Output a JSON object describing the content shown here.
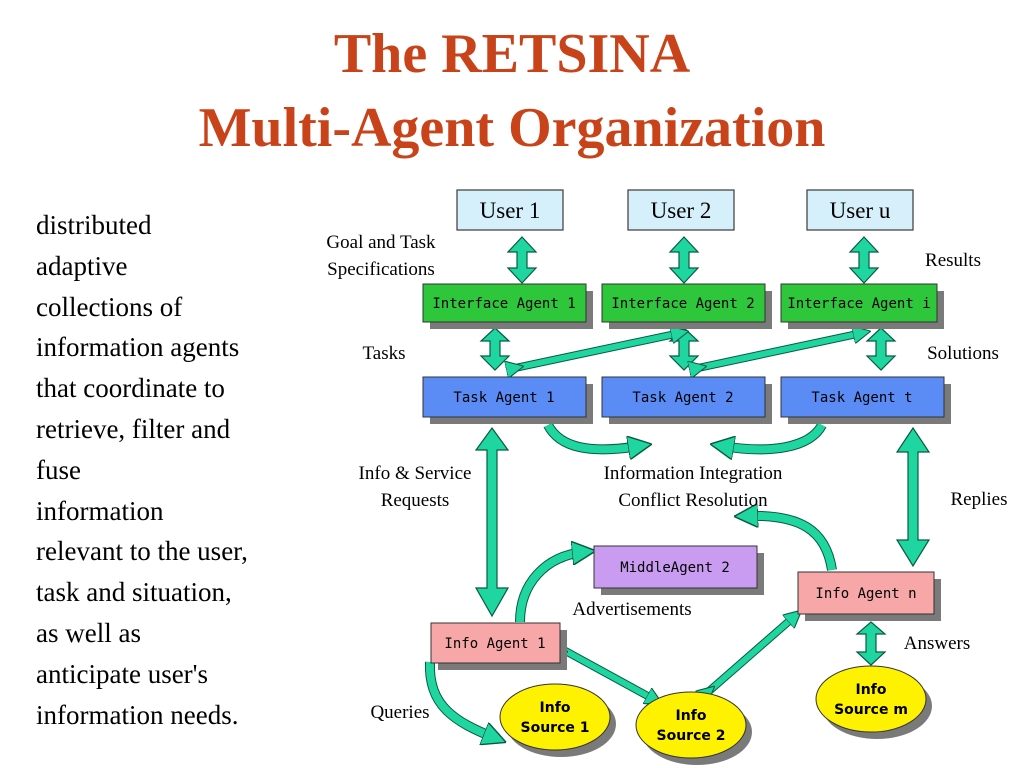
{
  "title": {
    "line1": "The RETSINA",
    "line2": "Multi-Agent Organization"
  },
  "description": [
    "distributed",
    "adaptive",
    "collections of",
    "information agents",
    "that coordinate to",
    "retrieve, filter and",
    "fuse",
    "information",
    "relevant to the user,",
    "task and situation,",
    "as well as",
    "anticipate user's",
    "information needs."
  ],
  "users": [
    "User 1",
    "User 2",
    "User u"
  ],
  "interface_agents": [
    "Interface Agent 1",
    "Interface Agent 2",
    "Interface Agent i"
  ],
  "task_agents": [
    "Task Agent 1",
    "Task Agent 2",
    "Task Agent t"
  ],
  "middle_agent": "MiddleAgent 2",
  "info_agents": [
    "Info Agent 1",
    "Info Agent n"
  ],
  "info_sources": [
    [
      "Info",
      "Source 1"
    ],
    [
      "Info",
      "Source 2"
    ],
    [
      "Info",
      "Source m"
    ]
  ],
  "labels": {
    "goal_line1": "Goal and Task",
    "goal_line2": "Specifications",
    "results": "Results",
    "tasks": "Tasks",
    "solutions": "Solutions",
    "info_service_line1": "Info & Service",
    "info_service_line2": "Requests",
    "integration_line1": "Information Integration",
    "integration_line2": "Conflict Resolution",
    "replies": "Replies",
    "advertisements": "Advertisements",
    "answers": "Answers",
    "queries": "Queries"
  },
  "colors": {
    "title": "#c8431a",
    "user_box": "#d6f0fb",
    "interface_agent": "#2ec63a",
    "task_agent": "#5b8cf5",
    "middle_agent": "#c99cf2",
    "info_agent": "#f7a7a7",
    "info_source": "#fff200",
    "arrow": "#1fd6a0"
  }
}
